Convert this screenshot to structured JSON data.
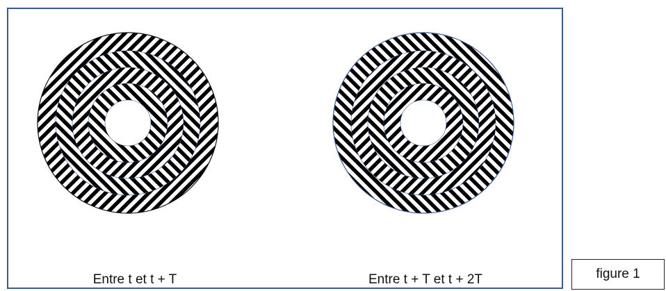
{
  "diagram": {
    "figures": [
      {
        "caption": "Entre t et t + T"
      },
      {
        "caption": "Entre t + T et t + 2T"
      }
    ],
    "figure_label": "figure 1",
    "colors": {
      "stripe": "#000000",
      "background": "#ffffff",
      "frame_border": "#3a5a92",
      "ring_outline": "#3a5a92"
    }
  }
}
